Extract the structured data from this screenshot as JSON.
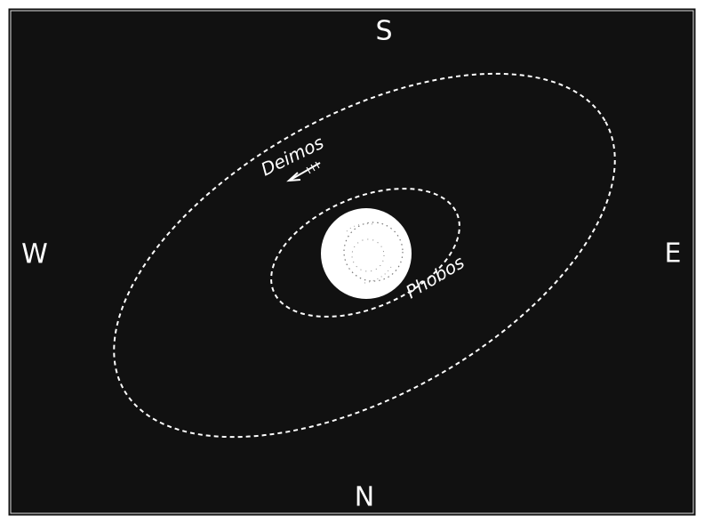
{
  "directions": {
    "top": "S",
    "bottom": "N",
    "left": "W",
    "right": "E"
  },
  "moons": {
    "outer": "Deimos",
    "inner": "Phobos"
  },
  "colors": {
    "background": "#111111",
    "foreground": "#ffffff",
    "frame": "#ffffff"
  }
}
